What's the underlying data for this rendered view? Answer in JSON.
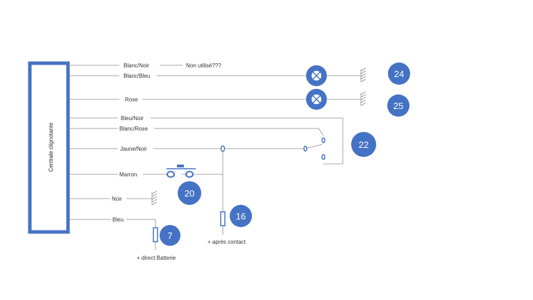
{
  "unit": {
    "title": "Centrale clignotante"
  },
  "wires": [
    {
      "id": "w1",
      "label": "Blanc/Noir"
    },
    {
      "id": "w2",
      "label": "Blanc/Bleu"
    },
    {
      "id": "w3",
      "label": "Rose"
    },
    {
      "id": "w4",
      "label": "Bleu/Noir"
    },
    {
      "id": "w5",
      "label": "Blanc/Rose"
    },
    {
      "id": "w6",
      "label": "Jaune/Noir"
    },
    {
      "id": "w7",
      "label": "Marron"
    },
    {
      "id": "w8",
      "label": "Noir"
    },
    {
      "id": "w9",
      "label": "Bleu"
    }
  ],
  "notes": {
    "unused": "Non utilisé???",
    "after_contact": "+ après contact",
    "direct_battery": "+ direct Batterie"
  },
  "badges": {
    "b24": "24",
    "b25": "25",
    "b22": "22",
    "b20": "20",
    "b16": "16",
    "b7": "7"
  },
  "colors": {
    "accent": "#4472C4",
    "wire": "#7f7f7f",
    "text": "#333333"
  }
}
